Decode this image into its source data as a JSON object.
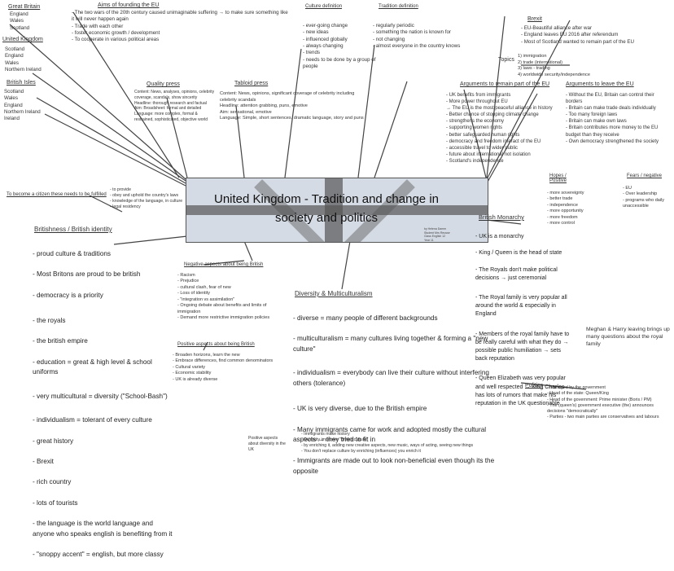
{
  "title": "United Kingdom - Tradition and change in society and politics",
  "credit": "by Helena Damm\nStudent Mrs Reusse\nClass English 12\nYear 11",
  "great_britain": {
    "heading": "Great Britain",
    "items": "England\nWales\nScotland"
  },
  "united_kingdom": {
    "heading": "United Kingdom",
    "items": "Scotland\nEngland\nWales\nNorthern Ireland"
  },
  "british_isles": {
    "heading": "British Isles",
    "items": "Scotland\nWales\nEngland\nNorthern Ireland\nIreland"
  },
  "aims_eu": {
    "heading": "Aims of founding the EU",
    "items": "- The two wars of the 20th century caused unimaginable suffering → to make sure something like it will never happen again\n- Trade with each other\n- foster economic growth / development\n- To cooperate in various political areas"
  },
  "culture_def": {
    "heading": "Culture definition",
    "items": "- ever-going change\n- new ideas\n- influenced globally\n- always changing\n- trends\n- needs to be done by a group of people"
  },
  "tradition_def": {
    "heading": "Tradition definition",
    "items": "- regularly periodic\n- something the nation is known for\n- not changing\n- almost everyone in the country knows"
  },
  "brexit": {
    "heading": "Brexit",
    "items": "- EU-Beautiful alliance after war\n- England leaves EU 2016 after referendum\n- Most of Scotland wanted to remain part of the EU"
  },
  "topics": {
    "heading": "Topics",
    "items": "1) immigration\n2) trade (international)\n3) laws - trading\n4) worldwide security/independence"
  },
  "quality_press": {
    "heading": "Quality press",
    "items": "Content: News, analyses, opinions, celebrity coverage, scandals, show sincerity\nHeadline: thorough research and factual\nAim: Broadsheet: formal and detailed\nLanguage: more complex, formal & restrained, sophisticated, objective world"
  },
  "tabloid_press": {
    "heading": "Tabloid press",
    "items": "Content: News, opinions, significant coverage of celebrity including celebrity scandals\nHeadline: attention grabbing, puns, emotive\nAim: sensational, emotive\nLanguage: Simple, short sentences, dramatic language, story and puns"
  },
  "remain": {
    "heading": "Arguments to remain part of the EU",
    "items": "- UK benefits from immigrants\n- More power throughout EU\n  → The EU is the most peaceful alliance in history\n- Better chance of stopping climate change\n- strengthens the economy\n- supporting women rights\n- better safeguarded human rights\n- democracy and freedom interact of the EU\n- accessible travel to wider public\n- future about international not isolation\n- Scotland's independence"
  },
  "leave": {
    "heading": "Arguments to leave the EU",
    "items": "- Without the EU, Britain can control their borders\n- Britain can make trade deals individually\n- Too many foreign laws\n- Britain can make own laws\n- Britain contributes more money to the EU budget than they receive\n- Own democracy strengthened the society"
  },
  "hopes": {
    "heading": "Hopes / Positive",
    "items": "- more sovereignty\n- better trade\n- independence\n- more opportunity\n- more freedom\n- more control"
  },
  "fears": {
    "heading": "Fears / negative",
    "items": "- EU\n- Over leadership\n- programs who daily unaccessible"
  },
  "to_become": {
    "heading": "To become a citizen these needs to be fulfilled",
    "items": "- to provide\n- obey and uphold the country's laws\n- knowledge of the language, in culture\n- legal residency"
  },
  "britishness": {
    "heading": "Britishness / British identity",
    "items": [
      "- proud culture & traditions",
      "- Most Britons are proud to be british",
      "- democracy is a priority",
      "- the royals",
      "- the british empire",
      "- education = great & high level & school uniforms",
      "- very multicultural = diversity (\"School-Bash\")",
      "- individualism = tolerant of every culture",
      "- great history",
      "- Brexit",
      "- rich country",
      "- lots of tourists",
      "- the language is the world language and anyone who speaks english is benefiting from it",
      "- \"snoppy accent\" = english, but more classy"
    ]
  },
  "negative_aspects": {
    "heading": "Negative aspects about being British",
    "items": "- Racism\n- Prejudice\n- cultural clash, fear of new\n- Loss of identity\n- \"integration vs assimilation\"\n- Ongoing debate about benefits and limits of immigration\n- Demand more restrictive immigration policies"
  },
  "positive_aspects": {
    "heading": "Positive aspects about being British",
    "items": "- Broaden horizons, learn the new\n- Embrace differences, find common denominators\n- Cultural variety\n- Economic stability\n- UK is already diverse"
  },
  "diversity": {
    "heading": "Diversity & Multiculturalism",
    "items": [
      "- diverse = many people of different backgrounds",
      "- multiculturalism = many cultures living together & forming a \"new culture\"",
      "- individualism = everybody can live their culture without interfering others (tolerance)",
      "- UK is very diverse, due to the British empire",
      "- Many immigrants came for work and adopted mostly the cultural aspects → they tried to fit in",
      "- Immigrants are made out to look non-beneficial even though its the opposite"
    ]
  },
  "immigrants_notes": {
    "items": "- Immigrants make history\n- Diversity improves \"British culture\"\n- by enriching it, adding new creative aspects, new music, ways of acting, seeing new things\n- You don't replace culture by enriching (influences) you enrich it"
  },
  "positive_aspects_diversity": {
    "heading": "Positive aspects about diversity in the UK"
  },
  "monarchy": {
    "heading": "British Monarchy",
    "items": [
      "- UK is a monarchy",
      "- King / Queen is the head of state",
      "  - The Royals don't make political decisions → just ceremonial",
      "- The Royal family is very popular all around the world & especially in England",
      "- Members of the royal family have to be really careful with what they do → possible public humiliation → sets back reputation",
      "- Queen Elizabeth was very popular and well respected → King Charles has lots of rumors that make his reputation in the UK questionable"
    ]
  },
  "harry": "Meghan & Harry leaving brings up many questions about the royal family",
  "politics": {
    "heading": "Politics",
    "items": "- managed by the government\n- Head of the state: Queen/King\n- Head of the government: Prime minister (Boris / PM)\n- The (queen's) government executive (the) announces decisions \"democratically\"\n- Parties - two main parties are conservatives and labours"
  }
}
